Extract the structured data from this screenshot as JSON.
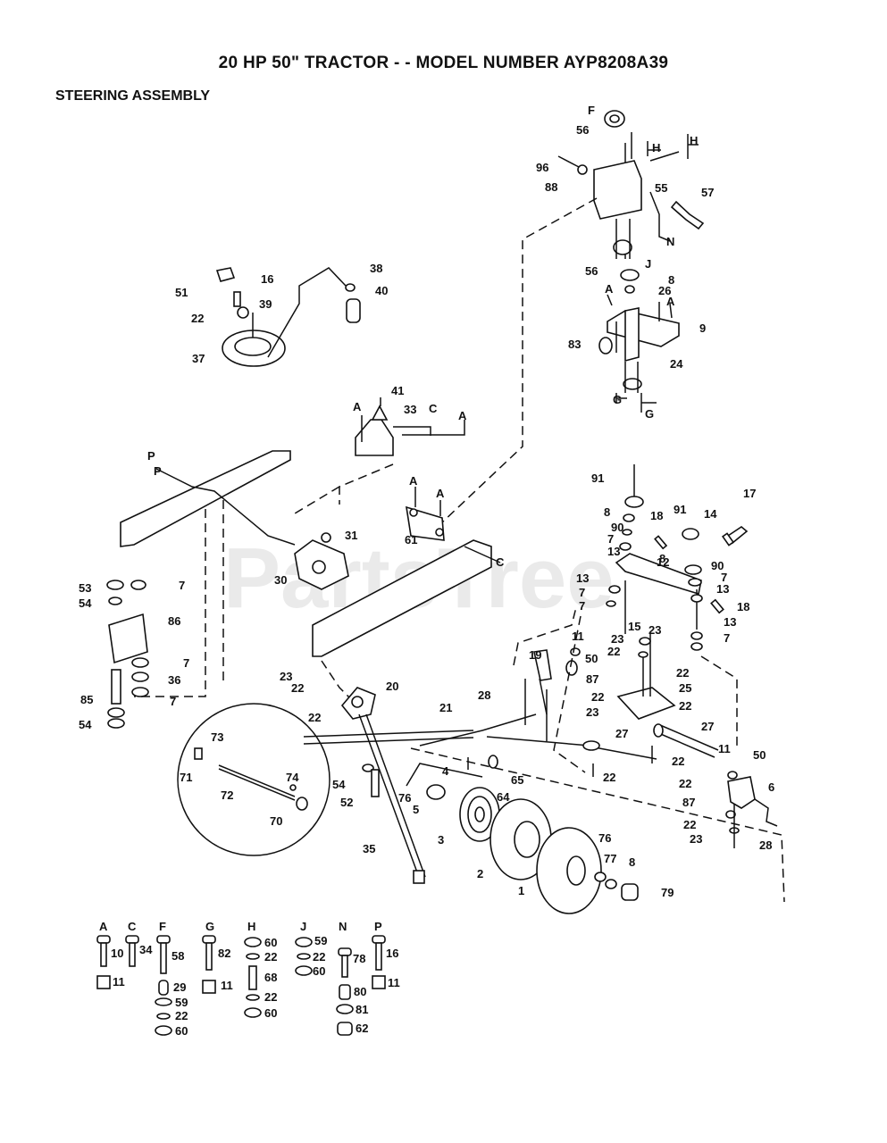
{
  "header": {
    "title": "20 HP 50\" TRACTOR - - MODEL NUMBER AYP8208A39",
    "subtitle": "STEERING ASSEMBLY"
  },
  "watermark": "PartsTree",
  "callouts": {
    "c1": "1",
    "c2": "2",
    "c3": "3",
    "c4": "4",
    "c5": "5",
    "c6": "6",
    "c7": "7",
    "c8": "8",
    "c9": "9",
    "c11": "11",
    "c12": "12",
    "c13": "13",
    "c14": "14",
    "c15": "15",
    "c16": "16",
    "c17": "17",
    "c18": "18",
    "c19": "19",
    "c20": "20",
    "c21": "21",
    "c22": "22",
    "c23": "23",
    "c24": "24",
    "c25": "25",
    "c26": "26",
    "c27": "27",
    "c28": "28",
    "c30": "30",
    "c31": "31",
    "c33": "33",
    "c35": "35",
    "c36": "36",
    "c37": "37",
    "c38": "38",
    "c39": "39",
    "c40": "40",
    "c41": "41",
    "c50": "50",
    "c51": "51",
    "c52": "52",
    "c53": "53",
    "c54": "54",
    "c55": "55",
    "c56": "56",
    "c57": "57",
    "c61": "61",
    "c64": "64",
    "c65": "65",
    "c70": "70",
    "c71": "71",
    "c72": "72",
    "c73": "73",
    "c74": "74",
    "c76": "76",
    "c77": "77",
    "c79": "79",
    "c83": "83",
    "c85": "85",
    "c86": "86",
    "c87": "87",
    "c88": "88",
    "c90": "90",
    "c91": "91",
    "c96": "96"
  },
  "letters": {
    "A": "A",
    "C": "C",
    "F": "F",
    "G": "G",
    "H": "H",
    "J": "J",
    "N": "N",
    "P": "P"
  },
  "hardware_groups": [
    {
      "letter": "A",
      "items": [
        "10",
        "11"
      ]
    },
    {
      "letter": "C",
      "items": [
        "34"
      ]
    },
    {
      "letter": "F",
      "items": [
        "58",
        "29",
        "59",
        "22",
        "60"
      ]
    },
    {
      "letter": "G",
      "items": [
        "82",
        "11"
      ]
    },
    {
      "letter": "H",
      "items": [
        "60",
        "22",
        "68",
        "22",
        "60"
      ]
    },
    {
      "letter": "J",
      "items": [
        "59",
        "22",
        "60"
      ]
    },
    {
      "letter": "N",
      "items": [
        "78",
        "80",
        "81",
        "62"
      ]
    },
    {
      "letter": "P",
      "items": [
        "16",
        "11"
      ]
    }
  ]
}
